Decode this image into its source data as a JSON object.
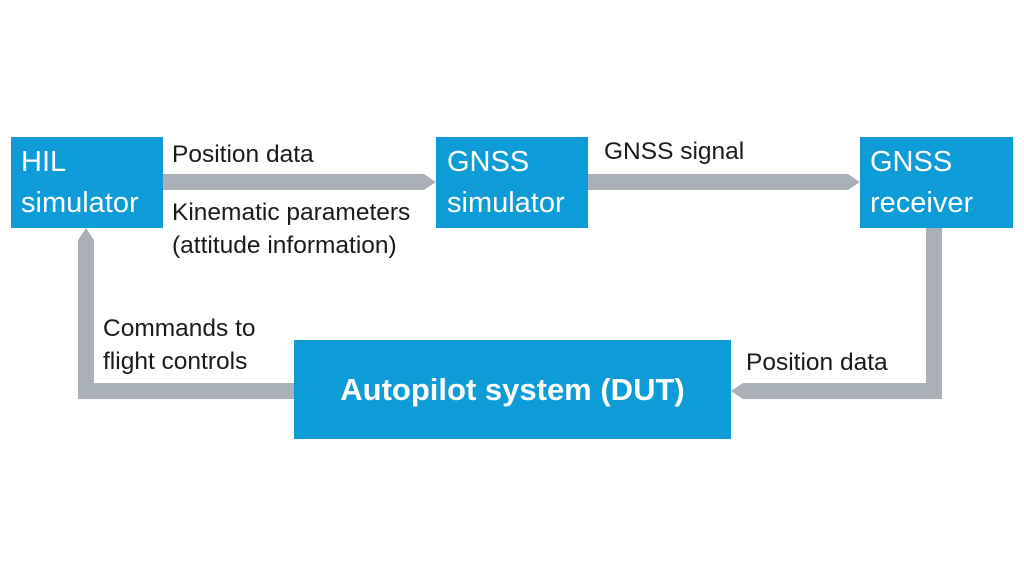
{
  "diagram": {
    "nodes": {
      "hil_simulator": {
        "lines": [
          "HIL",
          "simulator"
        ]
      },
      "gnss_simulator": {
        "lines": [
          "GNSS",
          "simulator"
        ]
      },
      "gnss_receiver": {
        "lines": [
          "GNSS",
          "receiver"
        ]
      },
      "autopilot": {
        "label": "Autopilot system (DUT)"
      }
    },
    "edges": {
      "hil_to_gnss_sim_top": {
        "label": "Position data"
      },
      "hil_to_gnss_sim_bottom": {
        "lines": [
          "Kinematic parameters",
          "(attitude information)"
        ]
      },
      "gnss_sim_to_receiver": {
        "label": "GNSS signal"
      },
      "receiver_to_autopilot": {
        "label": "Position data"
      },
      "autopilot_to_hil": {
        "lines": [
          "Commands to",
          "flight controls"
        ]
      }
    },
    "colors": {
      "box": "#0e9cd9",
      "arrow": "#aab0b7",
      "box_text": "#ffffff",
      "label_text": "#1a1a1a"
    }
  }
}
